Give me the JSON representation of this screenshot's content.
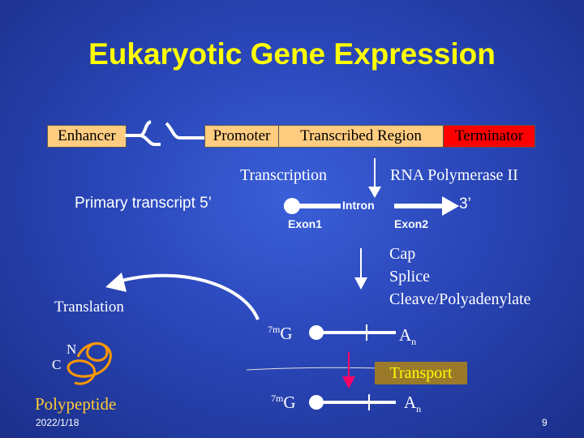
{
  "slide": {
    "title": "Eukaryotic Gene Expression",
    "dna": {
      "enhancer": "Enhancer",
      "promoter": "Promoter",
      "transcribed_region": "Transcribed Region",
      "terminator": "Terminator"
    },
    "transcription_label": "Transcription",
    "polymerase_label": "RNA Polymerase II",
    "primary_transcript": {
      "label": "Primary transcript 5’",
      "three_prime": "3’",
      "exon1": "Exon1",
      "intron": "Intron",
      "exon2": "Exon2"
    },
    "processing_steps": [
      "Cap",
      "Splice",
      "Cleave/Polyadenylate"
    ],
    "mature_mrna": {
      "cap_superscript": "7m",
      "cap_base": "G",
      "tail_base": "A",
      "tail_subscript": "n"
    },
    "transport_label": "Transport",
    "translation_label": "Translation",
    "polypeptide": {
      "label": "Polypeptide",
      "n_terminus": "N",
      "c_terminus": "C"
    },
    "footer": {
      "date": "2022/1/18",
      "page_number": "9"
    },
    "colors": {
      "title": "#ffff00",
      "enhancer_box": "#ffcc80",
      "promoter_box": "#ffcc80",
      "transcribed_box": "#ffcc80",
      "terminator_box": "#ff0000",
      "transport_box": "#9a7a2a",
      "transport_arrow": "#ff0066",
      "polypeptide_coil": "#ff9900",
      "polypeptide_label": "#ffcc33"
    }
  }
}
